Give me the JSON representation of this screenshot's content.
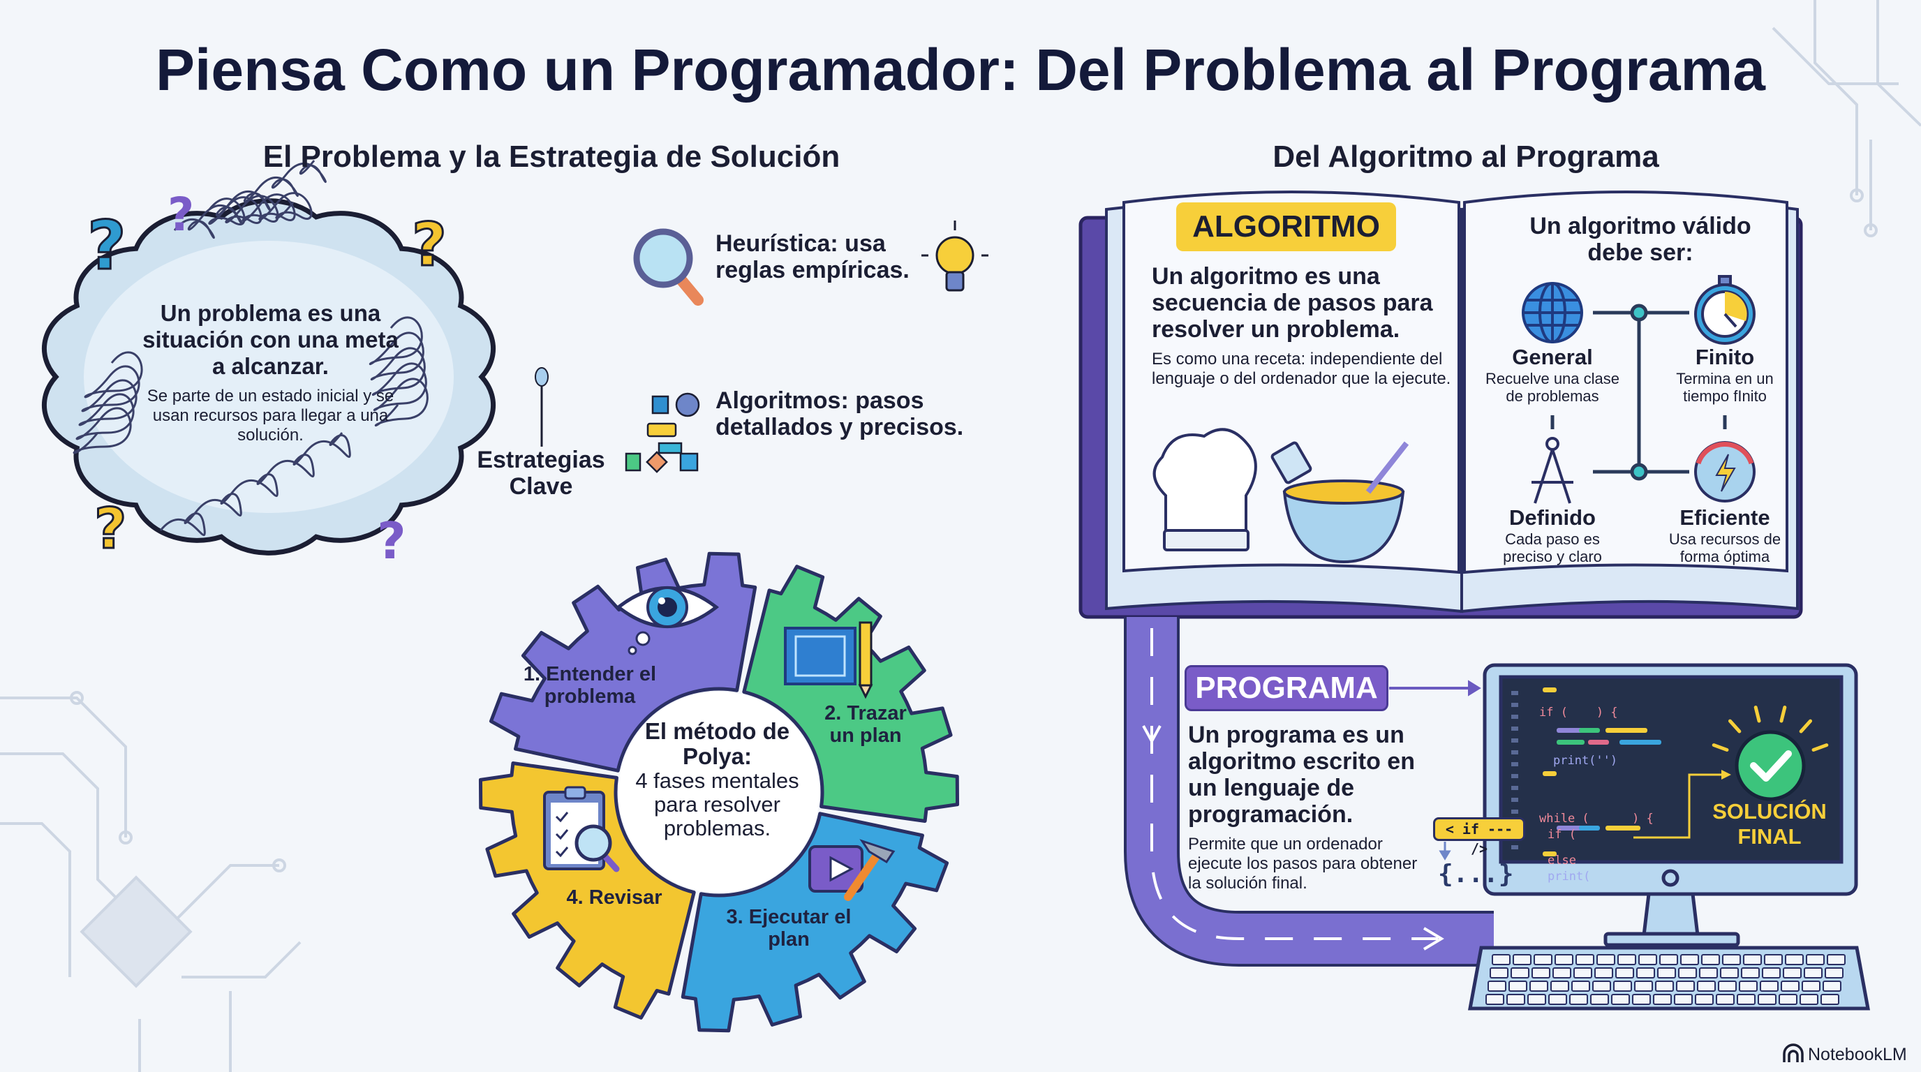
{
  "title": "Piensa Como un Programador: Del Problema al Programa",
  "left": {
    "heading": "El Problema y la Estrategia de Solución",
    "cloud": {
      "main": "Un problema es una situación con una meta a alcanzar.",
      "detail": "Se parte de un estado inicial y se usan recursos para llegar a una solución."
    },
    "strategies": {
      "label": "Estrategias Clave",
      "heuristica": "Heurística: usa reglas empíricas.",
      "algoritmos": "Algoritmos: pasos detallados y precisos."
    },
    "polya": {
      "center_title": "El método de Polya:",
      "center_text": "4 fases mentales para resolver problemas.",
      "phases": [
        {
          "label": "1. Entender el problema",
          "color": "#7b74d6",
          "icon": "eye-icon"
        },
        {
          "label": "2. Trazar un plan",
          "color": "#4cc985",
          "icon": "blueprint-pencil-icon"
        },
        {
          "label": "3. Ejecutar el plan",
          "color": "#3aa5df",
          "icon": "play-hammer-icon"
        },
        {
          "label": "4. Revisar",
          "color": "#f3c630",
          "icon": "clipboard-magnifier-icon"
        }
      ]
    }
  },
  "right": {
    "heading": "Del Algoritmo al Programa",
    "algoritmo": {
      "badge": "ALGORITMO",
      "definition": "Un algoritmo es una secuencia de pasos para resolver un problema.",
      "detail": "Es como una receta: independiente del lenguaje o del ordenador que la ejecute.",
      "valid_heading": "Un algoritmo válido debe ser:",
      "properties": [
        {
          "name": "General",
          "desc": "Recuelve una clase de problemas",
          "icon": "globe-icon"
        },
        {
          "name": "Finito",
          "desc": "Termina en un tiempo fInito",
          "icon": "stopwatch-icon"
        },
        {
          "name": "Definido",
          "desc": "Cada paso es preciso y claro",
          "icon": "compass-icon"
        },
        {
          "name": "Eficiente",
          "desc": "Usa recursos de forma óptima",
          "icon": "gauge-icon"
        }
      ]
    },
    "programa": {
      "badge": "PROGRAMA",
      "definition": "Un programa es un algoritmo escrito en un lenguaje de programación.",
      "detail": "Permite que un ordenador ejecute los pasos para obtener la solución final.",
      "tag": "< if --- />",
      "braces": "{...}",
      "code": [
        "if (",
        ") {",
        "print('')",
        "while (",
        ") {",
        "if (",
        "else",
        "print("
      ],
      "solution": "SOLUCIÓN FINAL"
    }
  },
  "brand": "NotebookLM",
  "colors": {
    "purple": "#7a5cc8",
    "yellow": "#f7cf3a",
    "navy": "#141a3a",
    "screen": "#24304a",
    "green": "#3cc47c"
  }
}
